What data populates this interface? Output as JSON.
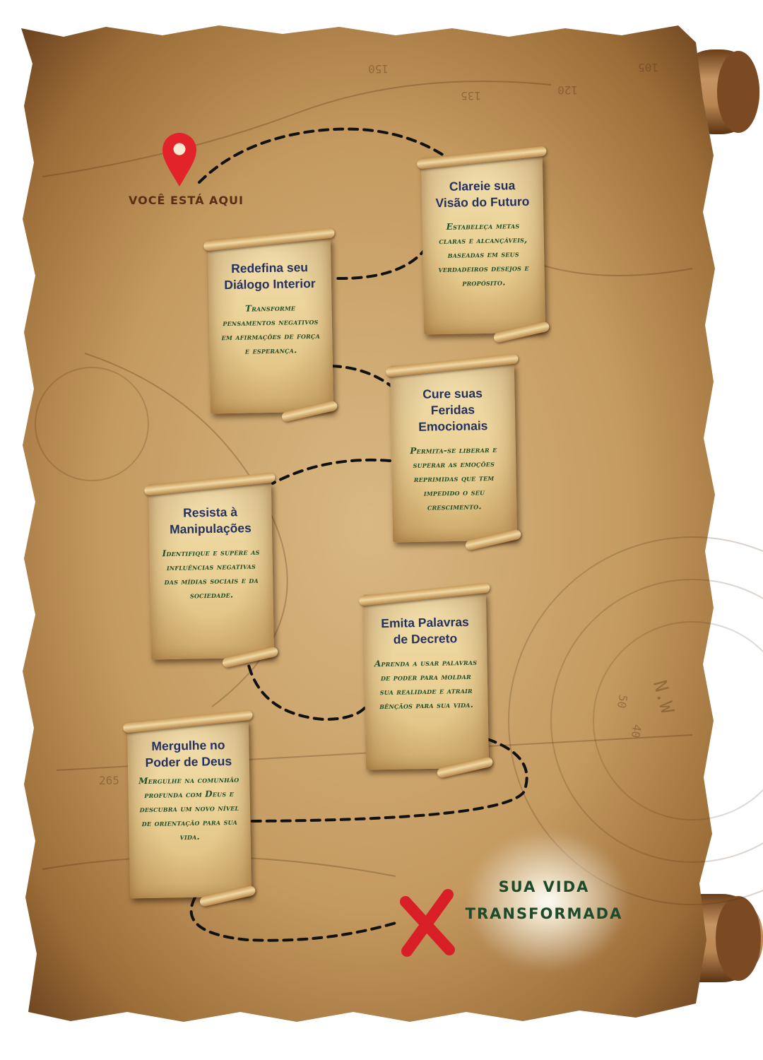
{
  "markers": {
    "start_label": "VOCÊ ESTÁ AQUI",
    "end_label_line1": "SUA VIDA",
    "end_label_line2": "TRANSFORMADA",
    "pin_color": "#e3232a",
    "x_color": "#d81f26"
  },
  "steps": [
    {
      "title": "Clareie sua Visão do Futuro",
      "description": "Estabeleça metas claras e alcançáveis, baseadas em seus verdadeiros desejos e propósito."
    },
    {
      "title": "Redefina seu Diálogo Interior",
      "description": "Transforme pensamentos negativos em afirmações de força e esperança."
    },
    {
      "title": "Cure suas Feridas Emocionais",
      "description": "Permita-se liberar e superar as emoções reprimidas que tem impedido o seu crescimento."
    },
    {
      "title": "Resista à Manipulações",
      "description": "Identifique e supere as influências negativas das mídias sociais e da sociedade."
    },
    {
      "title": "Emita Palavras de Decreto",
      "description": "Aprenda a usar palavras de poder para moldar sua realidade e atrair bênçãos para sua vida."
    },
    {
      "title": "Mergulhe no Poder de Deus",
      "description": "Mergulhe na comunhão profunda com Deus e descubra um novo nível de orientação para sua vida."
    }
  ],
  "map_labels": [
    "150",
    "135",
    "120",
    "105",
    "265",
    "50",
    "40",
    "N.W"
  ],
  "colors": {
    "parchment": "#c9a06a",
    "title_text": "#24305e",
    "description_text": "#1f4d2a",
    "path": "#111111"
  }
}
